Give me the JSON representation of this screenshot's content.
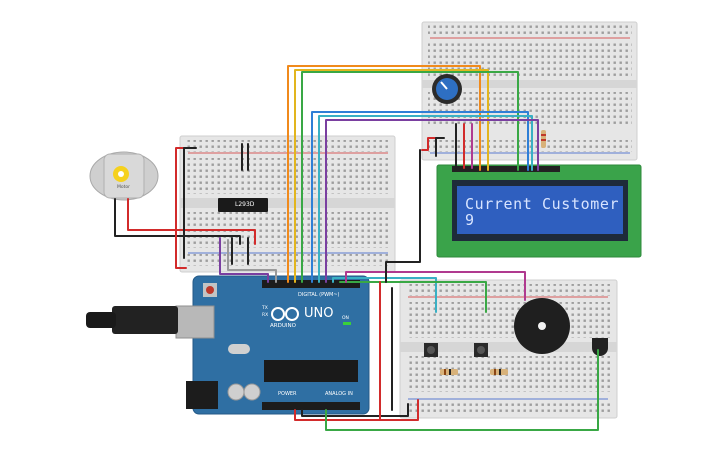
{
  "lcd": {
    "line1": "Current Customer",
    "line2": "9"
  },
  "driver_chip": {
    "label": "L293D"
  },
  "arduino": {
    "model": "UNO",
    "brand": "ARDUINO",
    "digital_label": "DIGITAL (PWM~)",
    "power_label": "POWER",
    "analog_label": "ANALOG IN",
    "on_label": "ON",
    "tx_label": "TX",
    "rx_label": "RX"
  },
  "motor": {
    "label": "Motor"
  },
  "colors": {
    "board_blue": "#2f6fa3",
    "breadboard": "#e9e9e9",
    "lcd_green": "#3aa34a",
    "lcd_screen": "#2f5fbf",
    "wire_red": "#d22b2b",
    "wire_black": "#222222",
    "wire_orange": "#f08a1c",
    "wire_yellow": "#e2b51e",
    "wire_green": "#39a845",
    "wire_blue": "#2f7fd6",
    "wire_teal": "#39b0c4",
    "wire_purple": "#7a3fa0",
    "wire_magenta": "#b03a8f"
  }
}
